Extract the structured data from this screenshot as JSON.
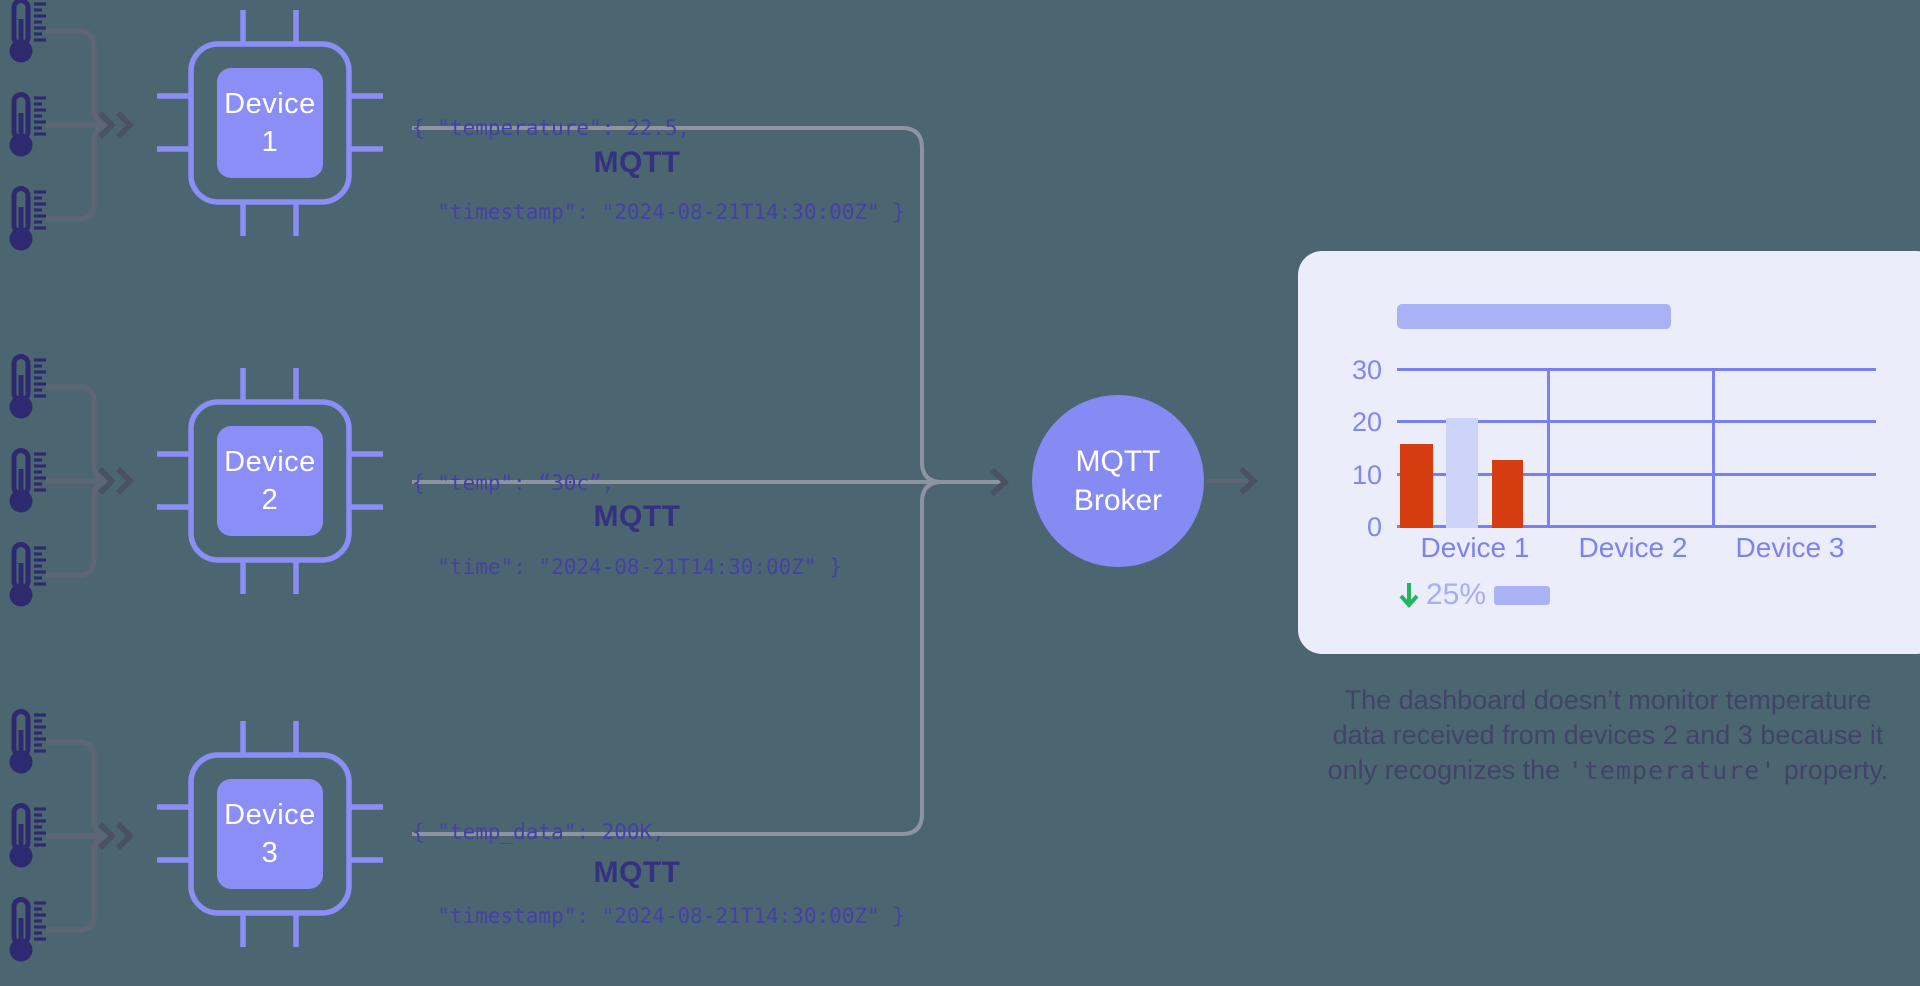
{
  "colors": {
    "background": "#4B6671",
    "chip_accent": "#8A8EF5",
    "broker_fill": "#868AF3",
    "thermometer": "#2E2A70",
    "payload_text": "#4540A5",
    "mqtt_label": "#343180",
    "connector_light": "#8E93A0",
    "connector_dark": "#5F6673",
    "card_background": "#EBEDFB",
    "gridline": "#7B80F0",
    "bar_red": "#D53C0F",
    "bar_light": "#CCD4F8",
    "trend_green": "#22B561"
  },
  "icons": {
    "sensor": "thermometer-icon",
    "trend": "arrow-down-icon",
    "device": "chip-icon",
    "merge_arrows": "double-chevron-arrow-icon"
  },
  "devices": [
    {
      "label_line1": "Device",
      "label_line2": "1",
      "payload": [
        "{ \"temperature\": 22.5,",
        "  \"timestamp\": \"2024-08-21T14:30:00Z\" }"
      ],
      "protocol": "MQTT"
    },
    {
      "label_line1": "Device",
      "label_line2": "2",
      "payload": [
        "{ \"temp\": “30c”,",
        "  \"time\": \"2024-08-21T14:30:00Z\" }"
      ],
      "protocol": "MQTT"
    },
    {
      "label_line1": "Device",
      "label_line2": "3",
      "payload": [
        "{ \"temp_data\": 200K,",
        "  \"timestamp\": \"2024-08-21T14:30:00Z\" }"
      ],
      "protocol": "MQTT"
    }
  ],
  "broker": {
    "label_line1": "MQTT",
    "label_line2": "Broker"
  },
  "chart_data": {
    "type": "bar",
    "title": "",
    "title_is_placeholder_bar": true,
    "categories": [
      "Device 1",
      "Device 2",
      "Device 3"
    ],
    "bars": [
      {
        "category": "Device 1",
        "series": "reading-a",
        "value": 16,
        "color": "#D53C0F"
      },
      {
        "category": "Device 1",
        "series": "reading-b",
        "value": 21,
        "color": "#CCD4F8"
      },
      {
        "category": "Device 1",
        "series": "reading-c",
        "value": 13,
        "color": "#D53C0F"
      }
    ],
    "yticks": [
      30,
      20,
      10,
      0
    ],
    "ylim": [
      0,
      30
    ],
    "grid": true,
    "legend": "none",
    "annotation": {
      "label": "25%",
      "direction": "down",
      "color": "#22B561"
    }
  },
  "caption": {
    "line1": "The dashboard doesn’t monitor temperature",
    "line2": "data received from devices 2 and 3 because it",
    "line3_before": "only recognizes the ",
    "line3_code": "'temperature'",
    "line3_after": " property."
  }
}
